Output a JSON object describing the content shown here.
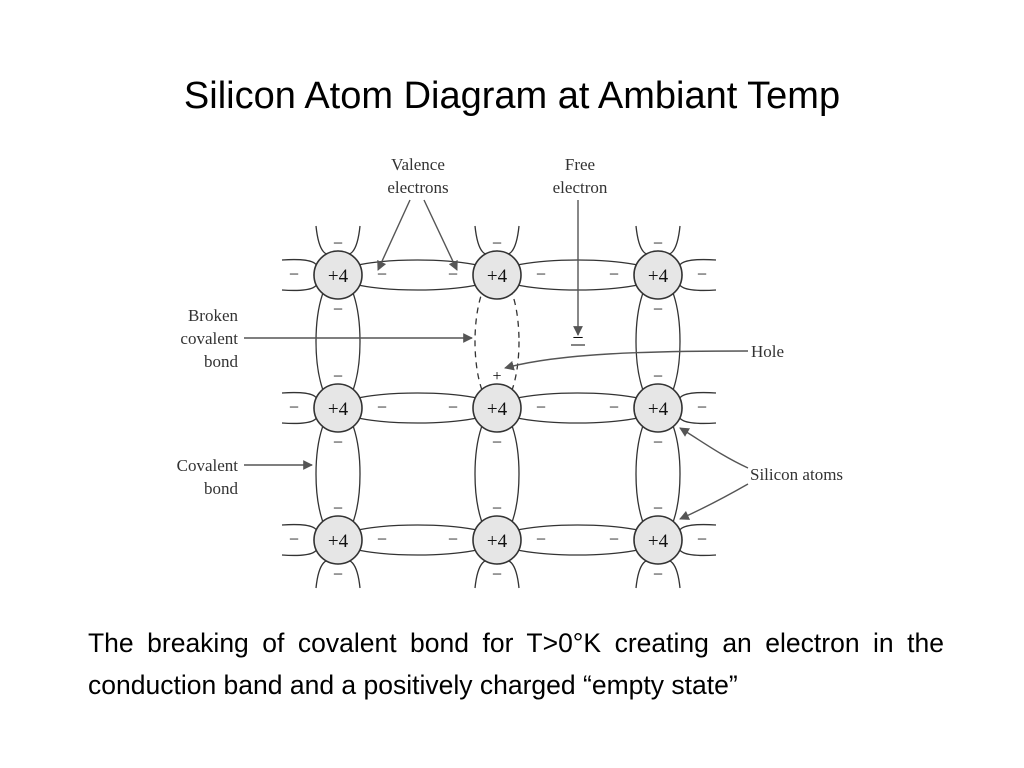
{
  "slide": {
    "title": "Silicon Atom Diagram at Ambiant Temp",
    "caption": "The breaking of covalent bond for T>0°K creating an electron in the conduction band and a positively charged “empty state”"
  },
  "diagram": {
    "atom_charge": "+4",
    "electron_sign": "−",
    "hole_sign": "+",
    "labels": {
      "valence_line1": "Valence",
      "valence_line2": "electrons",
      "free_line1": "Free",
      "free_line2": "electron",
      "broken_line1": "Broken",
      "broken_line2": "covalent",
      "broken_line3": "bond",
      "hole": "Hole",
      "covalent_line1": "Covalent",
      "covalent_line2": "bond",
      "silicon_atoms": "Silicon atoms"
    },
    "colors": {
      "atom_fill": "#e6e6e6",
      "line": "#333333",
      "arrow": "#555555"
    }
  }
}
